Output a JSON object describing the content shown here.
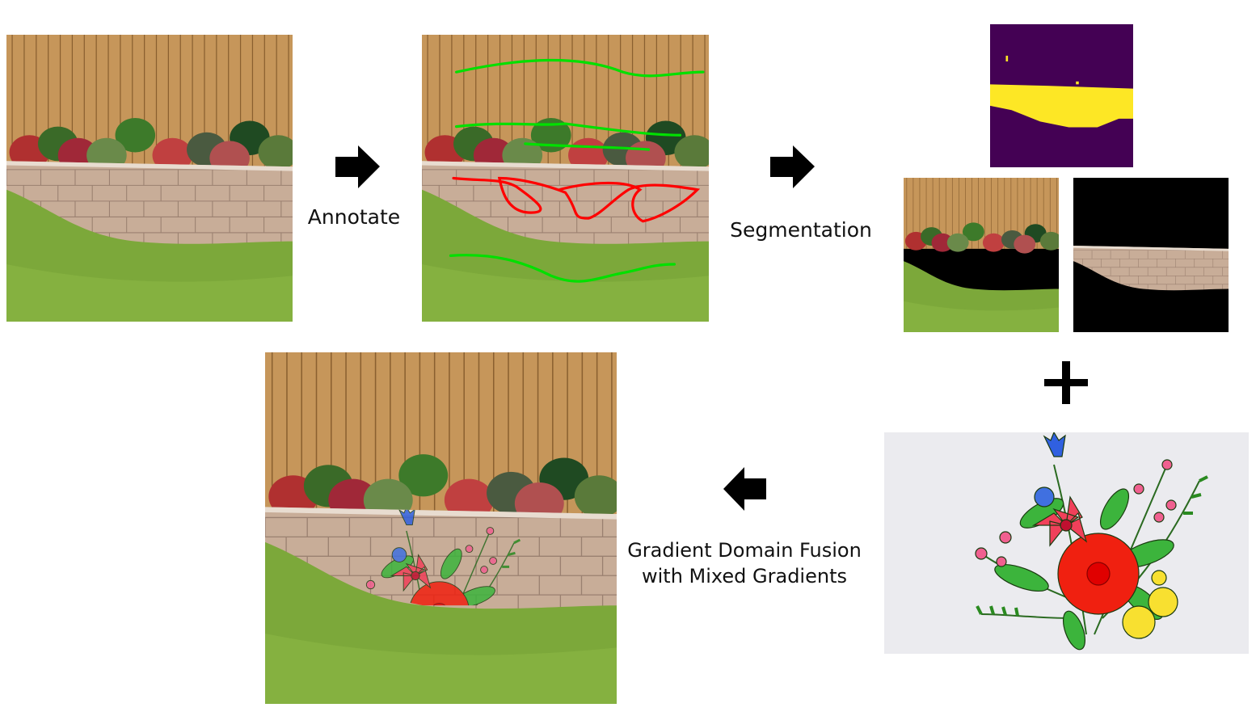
{
  "steps": {
    "annotate_label": "Annotate",
    "segmentation_label": "Segmentation",
    "fusion_label_line1": "Gradient Domain Fusion",
    "fusion_label_line2": "with Mixed Gradients"
  },
  "colors": {
    "fence": "#c6965a",
    "wall": "#c8ad98",
    "grass": "#7ca83a",
    "annotation_foreground": "#00e000",
    "annotation_wall": "#ff0000",
    "mask_background": "#440154",
    "mask_foreground": "#fde725"
  }
}
